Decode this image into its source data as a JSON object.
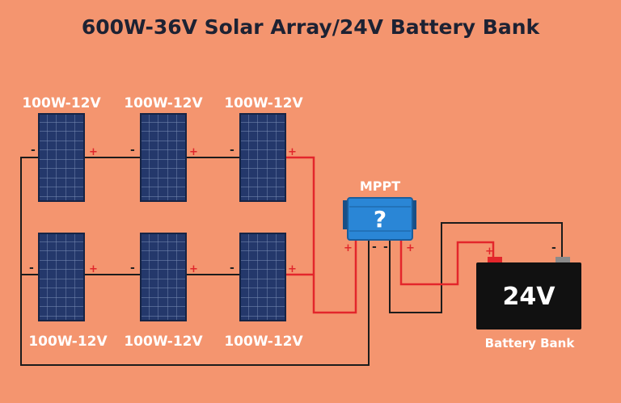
{
  "title": "600W-36V Solar Array/24V Battery Bank",
  "panels": {
    "top": [
      {
        "label": "100W-12V",
        "neg": "-",
        "pos": "+"
      },
      {
        "label": "100W-12V",
        "neg": "-",
        "pos": "+"
      },
      {
        "label": "100W-12V",
        "neg": "-",
        "pos": "+"
      }
    ],
    "bottom": [
      {
        "label": "100W-12V",
        "neg": "-",
        "pos": "+"
      },
      {
        "label": "100W-12V",
        "neg": "-",
        "pos": "+"
      },
      {
        "label": "100W-12V",
        "neg": "-",
        "pos": "+"
      }
    ]
  },
  "mppt": {
    "label": "MPPT",
    "symbol": "?",
    "terminals": {
      "pv_pos": "+",
      "pv_neg": "-",
      "bat_neg": "-",
      "bat_pos": "+"
    }
  },
  "battery": {
    "voltage": "24V",
    "caption": "Battery Bank",
    "pos": "+",
    "neg": "-"
  },
  "colors": {
    "background": "#f4956f",
    "wire_positive": "#e3262b",
    "wire_negative": "#1c1c1c",
    "panel": "#1e2f5c",
    "mppt": "#2a86d6",
    "battery": "#111111"
  },
  "icons": [
    "solar-panel-icon",
    "charge-controller-icon",
    "battery-icon"
  ]
}
